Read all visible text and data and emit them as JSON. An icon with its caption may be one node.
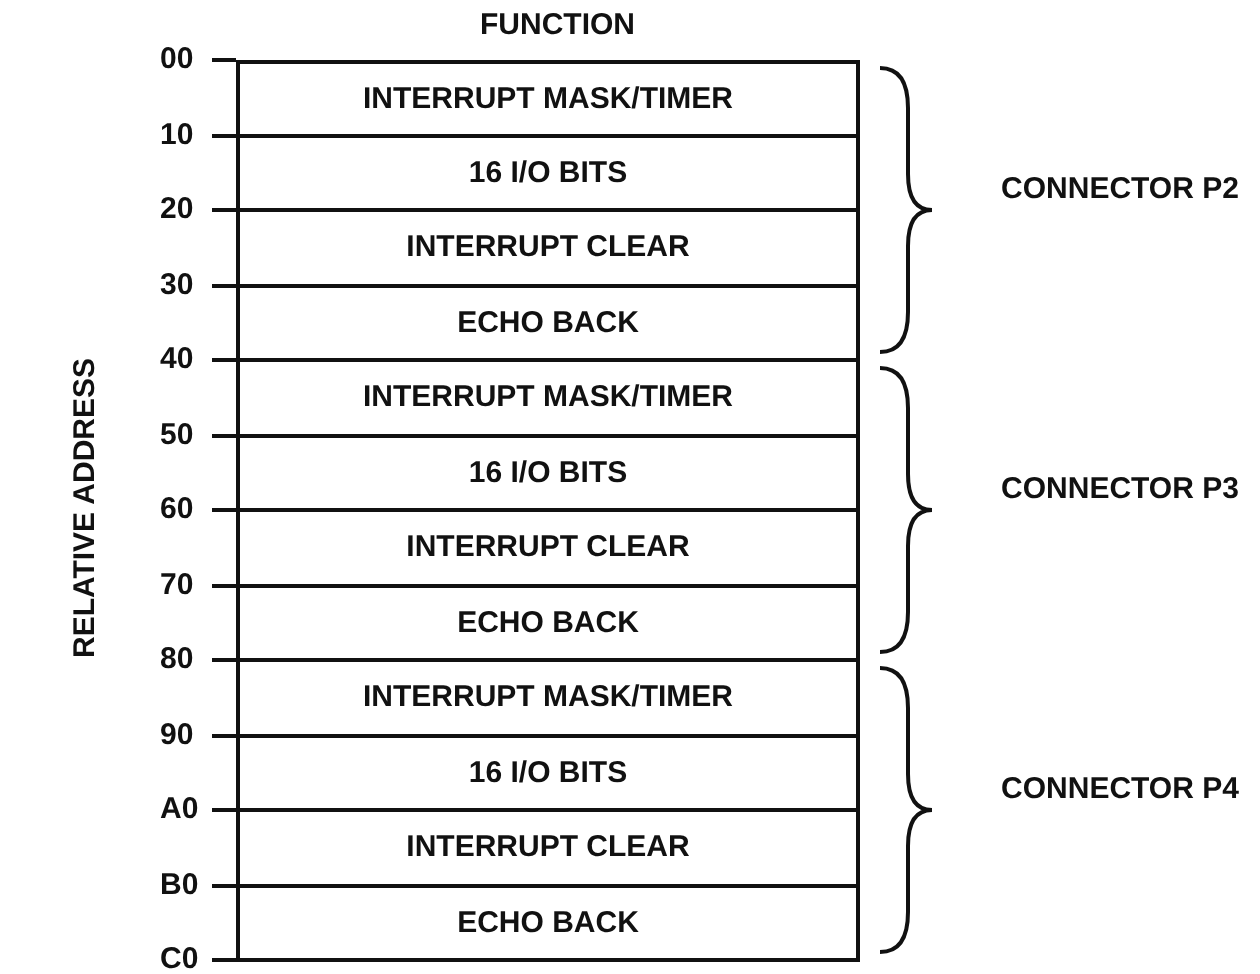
{
  "diagram": {
    "nodes": [
      {
        "text": [
          "INTERRUPT MASK/TIMER"
        ]
      },
      {
        "text": [
          "16 I/O BITS"
        ]
      },
      {
        "text": [
          "INTERRUPT CLEAR"
        ]
      },
      {
        "text": [
          "ECHO BACK"
        ]
      },
      {
        "text": [
          "INTERRUPT MASK/TIMER"
        ]
      },
      {
        "text": [
          "16 I/O BITS"
        ]
      },
      {
        "text": [
          "INTERRUPT CLEAR"
        ]
      },
      {
        "text": [
          "ECHO BACK"
        ]
      },
      {
        "text": [
          "INTERRUPT MASK/TIMER"
        ]
      },
      {
        "text": [
          "16 I/O BITS"
        ]
      },
      {
        "text": [
          "INTERRUPT CLEAR"
        ]
      },
      {
        "text": [
          "ECHO BACK"
        ]
      }
    ],
    "edges": [],
    "labels": [
      "FUNCTION",
      "00",
      "10",
      "20",
      "30",
      "40",
      "50",
      "60",
      "70",
      "80",
      "90",
      "A0",
      "B0",
      "C0",
      "RELATIVE ADDRESS",
      "CONNECTOR P2",
      "CONNECTOR P3",
      "CONNECTOR P4"
    ]
  }
}
